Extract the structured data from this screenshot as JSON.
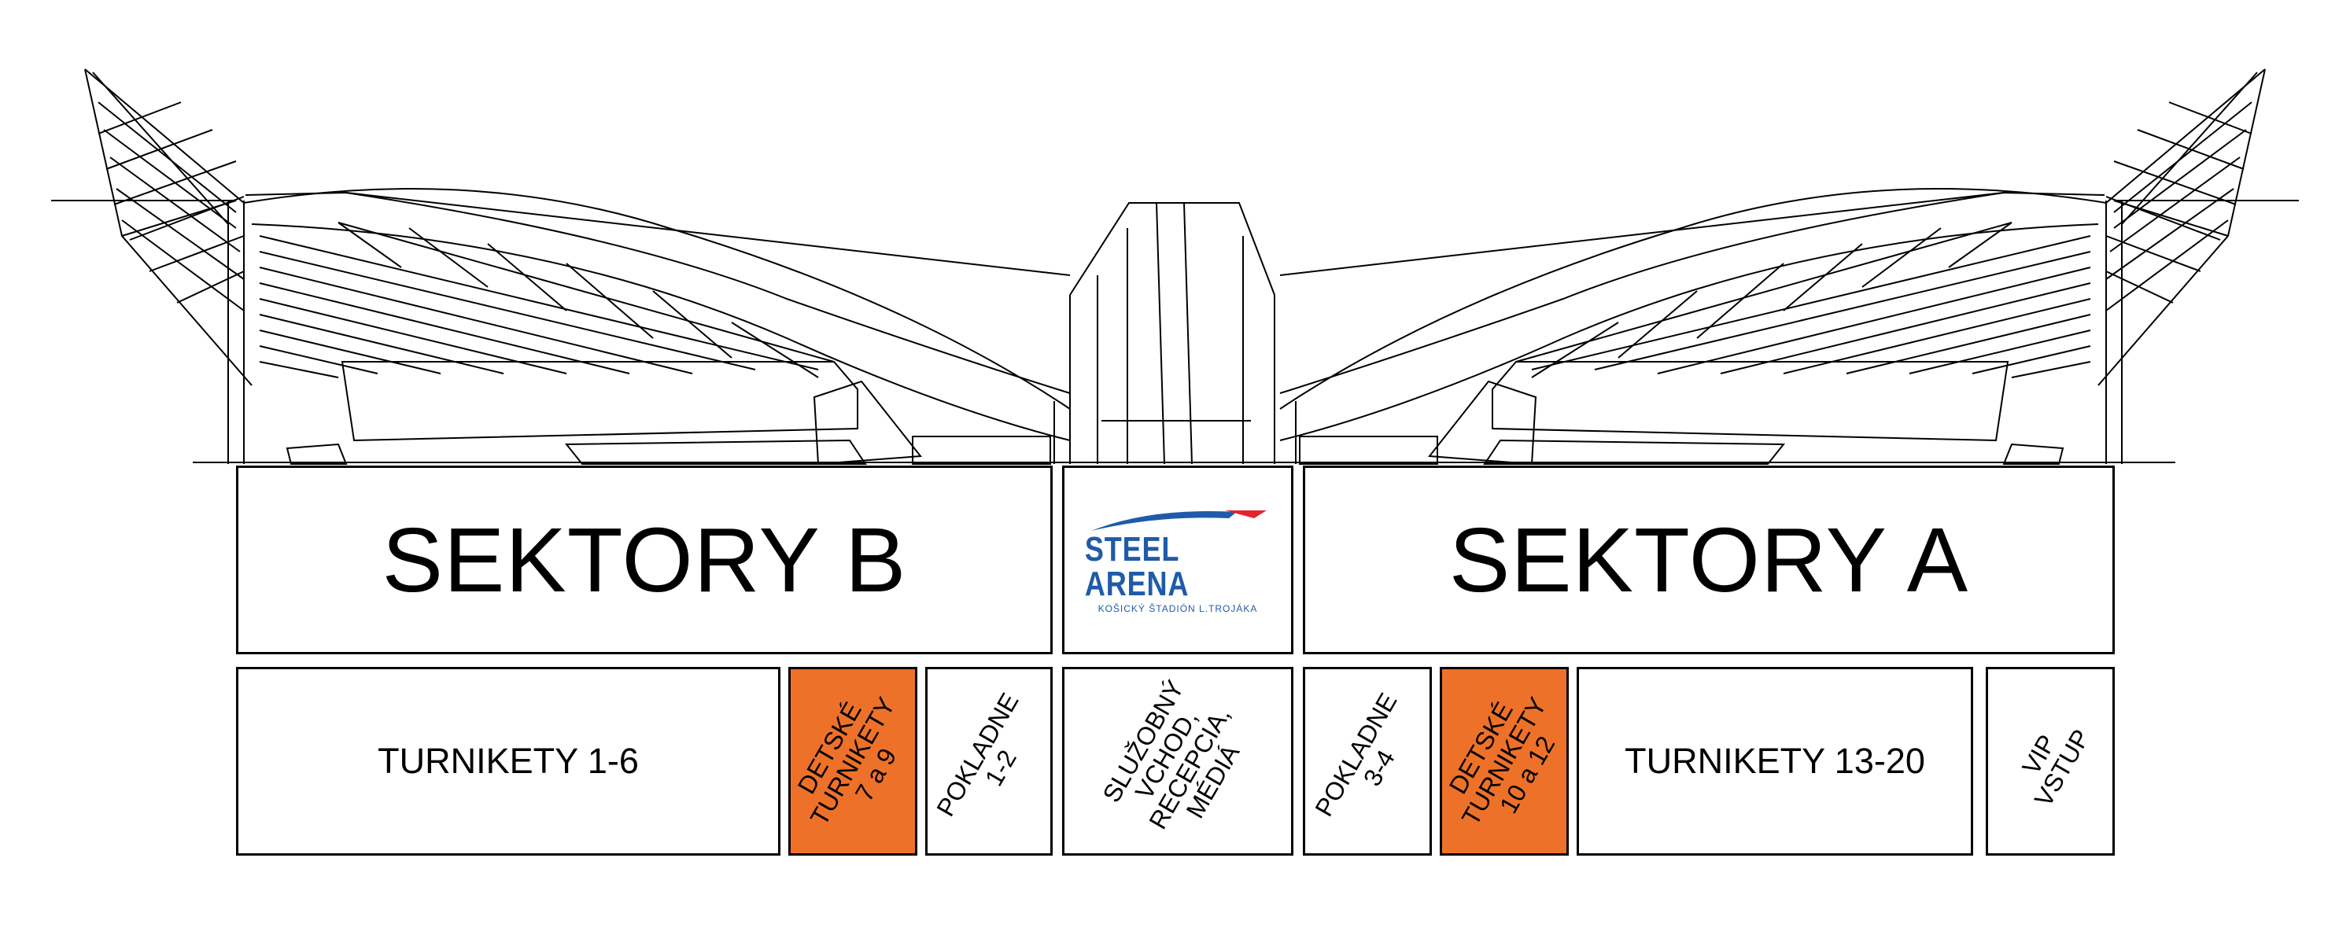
{
  "sectors": {
    "b_label": "SEKTORY B",
    "a_label": "SEKTORY A"
  },
  "logo": {
    "name": "STEEL ARENA",
    "subtitle": "KOŠICKÝ ŠTADIÓN L.TROJÁKA",
    "colors": {
      "blue": "#1f5ba8",
      "red": "#e3262c"
    }
  },
  "gates": {
    "turnikety_1_6": "TURNIKETY 1-6",
    "detske_7_9": [
      "DETSKÉ",
      "TURNIKETY",
      "7 a 9"
    ],
    "pokladne_1_2": [
      "POKLADNE",
      "1-2"
    ],
    "sluzobny": [
      "SLUŽOBNÝ",
      "VCHOD,",
      "RECEPCIA,",
      "MÉDIÁ"
    ],
    "pokladne_3_4": [
      "POKLADNE",
      "3-4"
    ],
    "detske_10_12": [
      "DETSKÉ",
      "TURNIKETY",
      "10 a 12"
    ],
    "turnikety_13_20": "TURNIKETY 13-20",
    "vip": [
      "VIP",
      "VSTUP"
    ]
  },
  "colors": {
    "highlight": "#ee7129",
    "line": "#000000",
    "background": "#ffffff"
  }
}
